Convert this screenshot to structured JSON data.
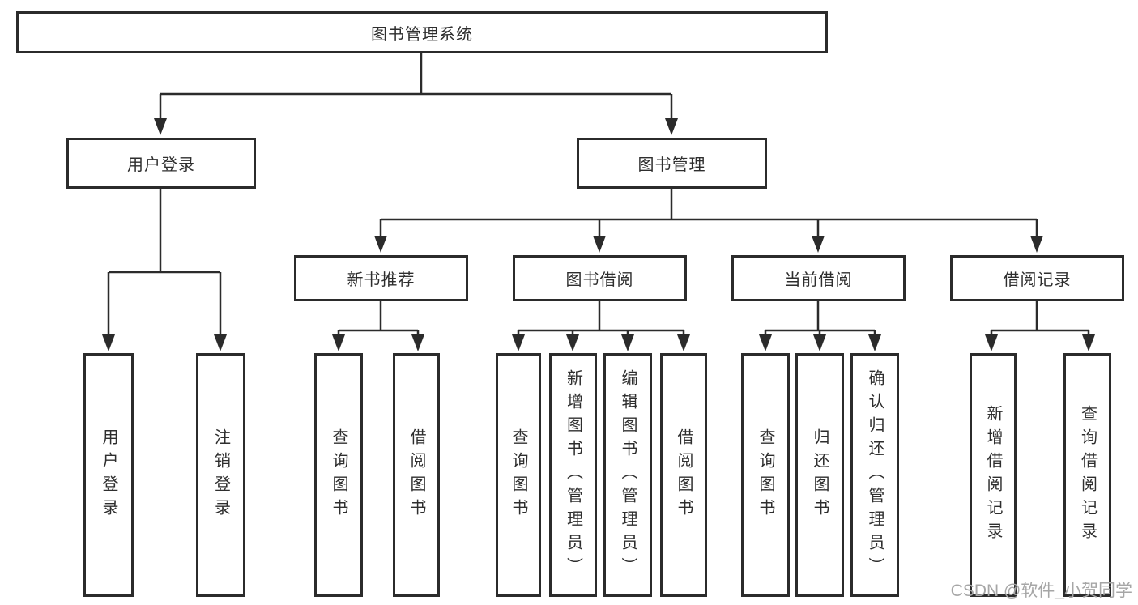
{
  "diagram": {
    "type": "hierarchy-tree",
    "title": "图书管理系统",
    "colors": {
      "background": "#ffffff",
      "box_border": "#2b2b2b",
      "line": "#2b2b2b",
      "text": "#2e2e2e",
      "watermark": "#a6a6a6"
    },
    "hierarchy": {
      "root": "图书管理系统",
      "children": [
        {
          "label": "用户登录",
          "children": [
            {
              "label": "用户登录"
            },
            {
              "label": "注销登录"
            }
          ]
        },
        {
          "label": "图书管理",
          "children": [
            {
              "label": "新书推荐",
              "children": [
                {
                  "label": "查询图书"
                },
                {
                  "label": "借阅图书"
                }
              ]
            },
            {
              "label": "图书借阅",
              "children": [
                {
                  "label": "查询图书"
                },
                {
                  "label": "新增图书（管理员）"
                },
                {
                  "label": "编辑图书（管理员）"
                },
                {
                  "label": "借阅图书"
                }
              ]
            },
            {
              "label": "当前借阅",
              "children": [
                {
                  "label": "查询图书"
                },
                {
                  "label": "归还图书"
                },
                {
                  "label": "确认归还（管理员）"
                }
              ]
            },
            {
              "label": "借阅记录",
              "children": [
                {
                  "label": "新增借阅记录"
                },
                {
                  "label": "查询借阅记录"
                }
              ]
            }
          ]
        }
      ]
    }
  },
  "nodes": {
    "root": "图书管理系统",
    "user_login": "用户登录",
    "book_mgmt": "图书管理",
    "new_book_rec": "新书推荐",
    "book_borrow": "图书借阅",
    "current_borrow": "当前借阅",
    "borrow_records": "借阅记录",
    "leaf_user_login": "用户登录",
    "leaf_logout": "注销登录",
    "leaf_rec_query": "查询图书",
    "leaf_rec_borrow": "借阅图书",
    "leaf_bb_query": "查询图书",
    "leaf_bb_add": "新增图书（管理员）",
    "leaf_bb_edit": "编辑图书（管理员）",
    "leaf_bb_borrow": "借阅图书",
    "leaf_cb_query": "查询图书",
    "leaf_cb_return": "归还图书",
    "leaf_cb_confirm": "确认归还（管理员）",
    "leaf_br_add": "新增借阅记录",
    "leaf_br_query": "查询借阅记录"
  },
  "watermark": "CSDN @软件_小贺同学"
}
